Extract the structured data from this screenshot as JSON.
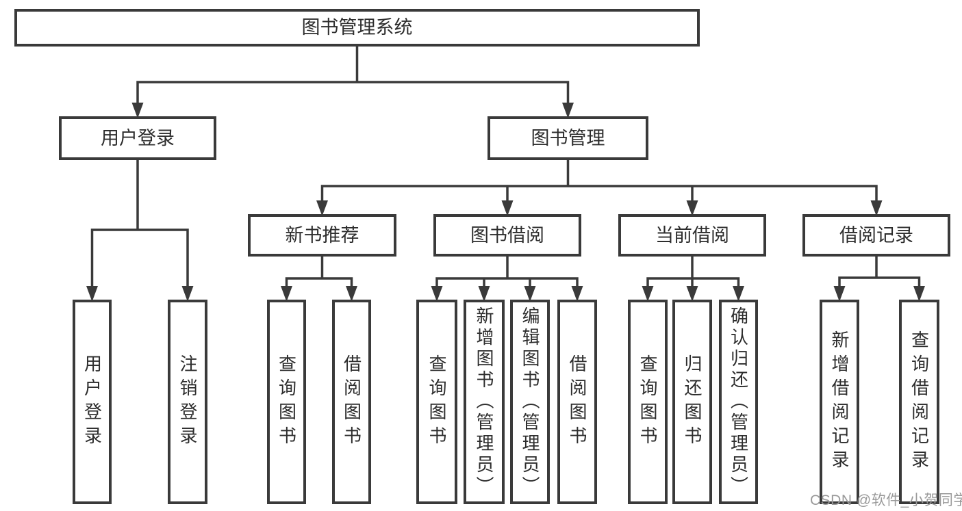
{
  "colors": {
    "background": "#ffffff",
    "box_fill": "#ffffff",
    "box_border": "#3a3a3a",
    "line": "#3a3a3a",
    "text": "#2d2d2d",
    "watermark": "#9a9a9a"
  },
  "watermark": {
    "text": "CSDN @软件_小贺同学"
  },
  "tree": {
    "id": "library-management-system",
    "label": "图书管理系统",
    "children": [
      {
        "id": "user-login",
        "label": "用户登录",
        "children": [
          {
            "id": "user-login-action",
            "label": "用户登录",
            "vertical": true
          },
          {
            "id": "logout-action",
            "label": "注销登录",
            "vertical": true
          }
        ]
      },
      {
        "id": "book-management",
        "label": "图书管理",
        "children": [
          {
            "id": "new-book-recommend",
            "label": "新书推荐",
            "children": [
              {
                "id": "recommend-query-books",
                "label": "查询图书",
                "vertical": true
              },
              {
                "id": "recommend-borrow-books",
                "label": "借阅图书",
                "vertical": true
              }
            ]
          },
          {
            "id": "book-borrowing",
            "label": "图书借阅",
            "children": [
              {
                "id": "borrowing-query-books",
                "label": "查询图书",
                "vertical": true
              },
              {
                "id": "add-books-admin",
                "label": "新增图书（管理员）",
                "vertical": true
              },
              {
                "id": "edit-books-admin",
                "label": "编辑图书（管理员）",
                "vertical": true
              },
              {
                "id": "borrowing-borrow-books",
                "label": "借阅图书",
                "vertical": true
              }
            ]
          },
          {
            "id": "current-borrowing",
            "label": "当前借阅",
            "children": [
              {
                "id": "current-query-books",
                "label": "查询图书",
                "vertical": true
              },
              {
                "id": "return-books",
                "label": "归还图书",
                "vertical": true
              },
              {
                "id": "confirm-return-admin",
                "label": "确认归还（管理员）",
                "vertical": true
              }
            ]
          },
          {
            "id": "borrowing-records",
            "label": "借阅记录",
            "children": [
              {
                "id": "add-borrow-record",
                "label": "新增借阅记录",
                "vertical": true
              },
              {
                "id": "query-borrow-record",
                "label": "查询借阅记录",
                "vertical": true
              }
            ]
          }
        ]
      }
    ]
  }
}
